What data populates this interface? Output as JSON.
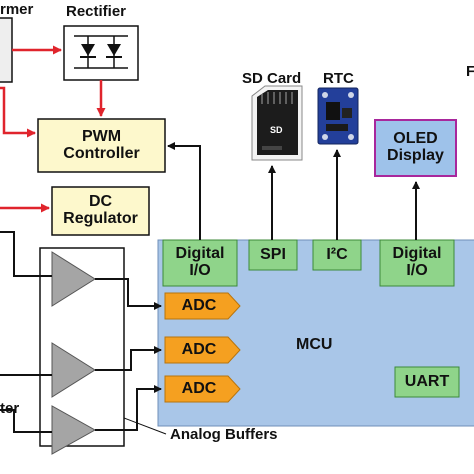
{
  "labels": {
    "transformer_partial": "rmer",
    "rectifier": "Rectifier",
    "pwm_controller": "PWM\nController",
    "dc_regulator": "DC\nRegulator",
    "sd_card": "SD Card",
    "sd_card_chip": "SD",
    "rtc": "RTC",
    "right_partial": "F",
    "oled_display": "OLED\nDisplay",
    "digital_io_left": "Digital\nI/O",
    "spi": "SPI",
    "i2c": "I²C",
    "digital_io_right": "Digital\nI/O",
    "adc_1": "ADC",
    "adc_2": "ADC",
    "adc_3": "ADC",
    "mcu": "MCU",
    "uart": "UART",
    "ter_partial": "ter",
    "analog_buffers": "Analog Buffers"
  },
  "colors": {
    "mcu_fill": "#a9c6e8",
    "green_block": "#8fd48a",
    "adc_orange": "#f5a020",
    "cream_block": "#fdf8cc",
    "oled_fill": "#9ec2ea",
    "oled_border": "#a8279c",
    "power_red": "#e0242c",
    "buffer_gray": "#a5a5a5"
  }
}
